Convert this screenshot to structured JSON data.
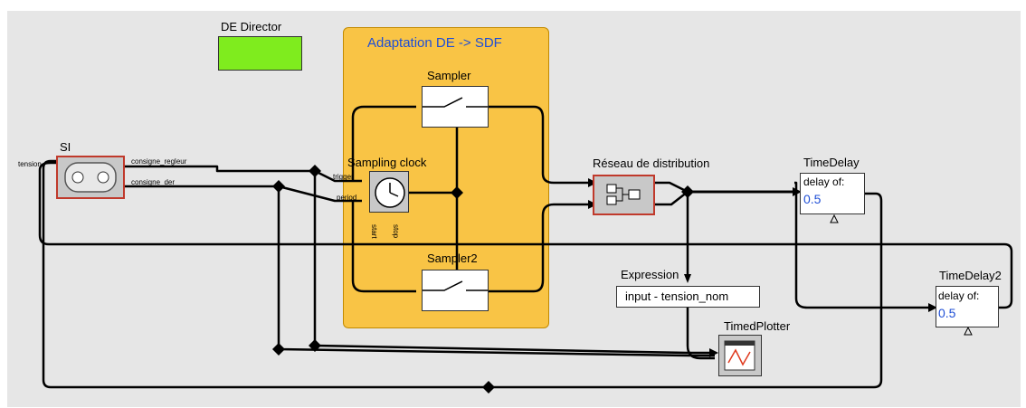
{
  "director": {
    "label": "DE Director",
    "color": "#7fec1e"
  },
  "composite": {
    "title": "Adaptation DE -> SDF",
    "color": "#f9c445"
  },
  "actors": {
    "si": {
      "label": "SI",
      "input_port": "tension",
      "out1": "consigne_regleur",
      "out2": "consigne_der"
    },
    "sampler": {
      "label": "Sampler"
    },
    "sampler2": {
      "label": "Sampler2"
    },
    "sampling_clock": {
      "label": "Sampling clock",
      "port_trigger": "trigger",
      "port_period": "period",
      "port_start": "start",
      "port_stop": "stop"
    },
    "reseau": {
      "label": "Réseau de distribution"
    },
    "timedelay": {
      "label": "TimeDelay",
      "param": "delay of:",
      "value": "0.5"
    },
    "timedelay2": {
      "label": "TimeDelay2",
      "param": "delay of:",
      "value": "0.5"
    },
    "expression": {
      "label": "Expression",
      "value": "input - tension_nom"
    },
    "plotter": {
      "label": "TimedPlotter"
    }
  },
  "colors": {
    "canvas": "#e6e6e6",
    "actor_gray": "#c8c8c8",
    "actor_border_red": "#c0392b",
    "param_blue": "#1f4fd6"
  }
}
